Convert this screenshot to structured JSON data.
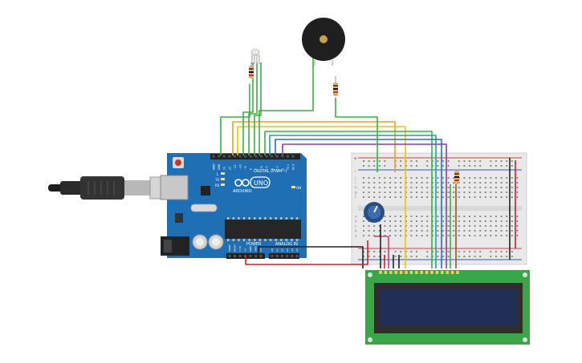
{
  "arduino": {
    "brand": "ARDUINO",
    "model": "UNO",
    "digital_header_label": "DIGITAL (PWM~)",
    "power_header_label": "POWER",
    "analog_header_label": "ANALOG IN",
    "on_label": "ON",
    "tx_label": "TX",
    "rx_label": "RX",
    "l_label": "L",
    "digital_pins": [
      "AREF",
      "GND",
      "13",
      "12",
      "~11",
      "~10",
      "~9",
      "8",
      "7",
      "~6",
      "~5",
      "4",
      "~3",
      "2",
      "TX 1",
      "RX 0"
    ],
    "power_pins": [
      "IOREF",
      "RESET",
      "3.3V",
      "5V",
      "GND",
      "GND",
      "Vin"
    ],
    "analog_pins": [
      "A0",
      "A1",
      "A2",
      "A3",
      "A4",
      "A5"
    ],
    "board_color": "#1f6fb4"
  },
  "breadboard": {
    "row_letters_top": [
      "j",
      "i",
      "h",
      "g",
      "f"
    ],
    "row_letters_bottom": [
      "e",
      "d",
      "c",
      "b",
      "a"
    ],
    "rail_plus": "+",
    "rail_minus": "-"
  },
  "colors": {
    "wire_green": "#3cb043",
    "wire_orange": "#f0a020",
    "wire_yellow": "#e8c800",
    "wire_purple": "#8a3fb0",
    "wire_blue": "#3466c8",
    "wire_black": "#222222",
    "wire_red": "#d02020",
    "wire_pink": "#d0407a",
    "wire_brown": "#8b5a2b",
    "wire_teal": "#20a0a0",
    "lcd_pcb": "#3aa64a",
    "lcd_screen": "#1f2f55"
  }
}
